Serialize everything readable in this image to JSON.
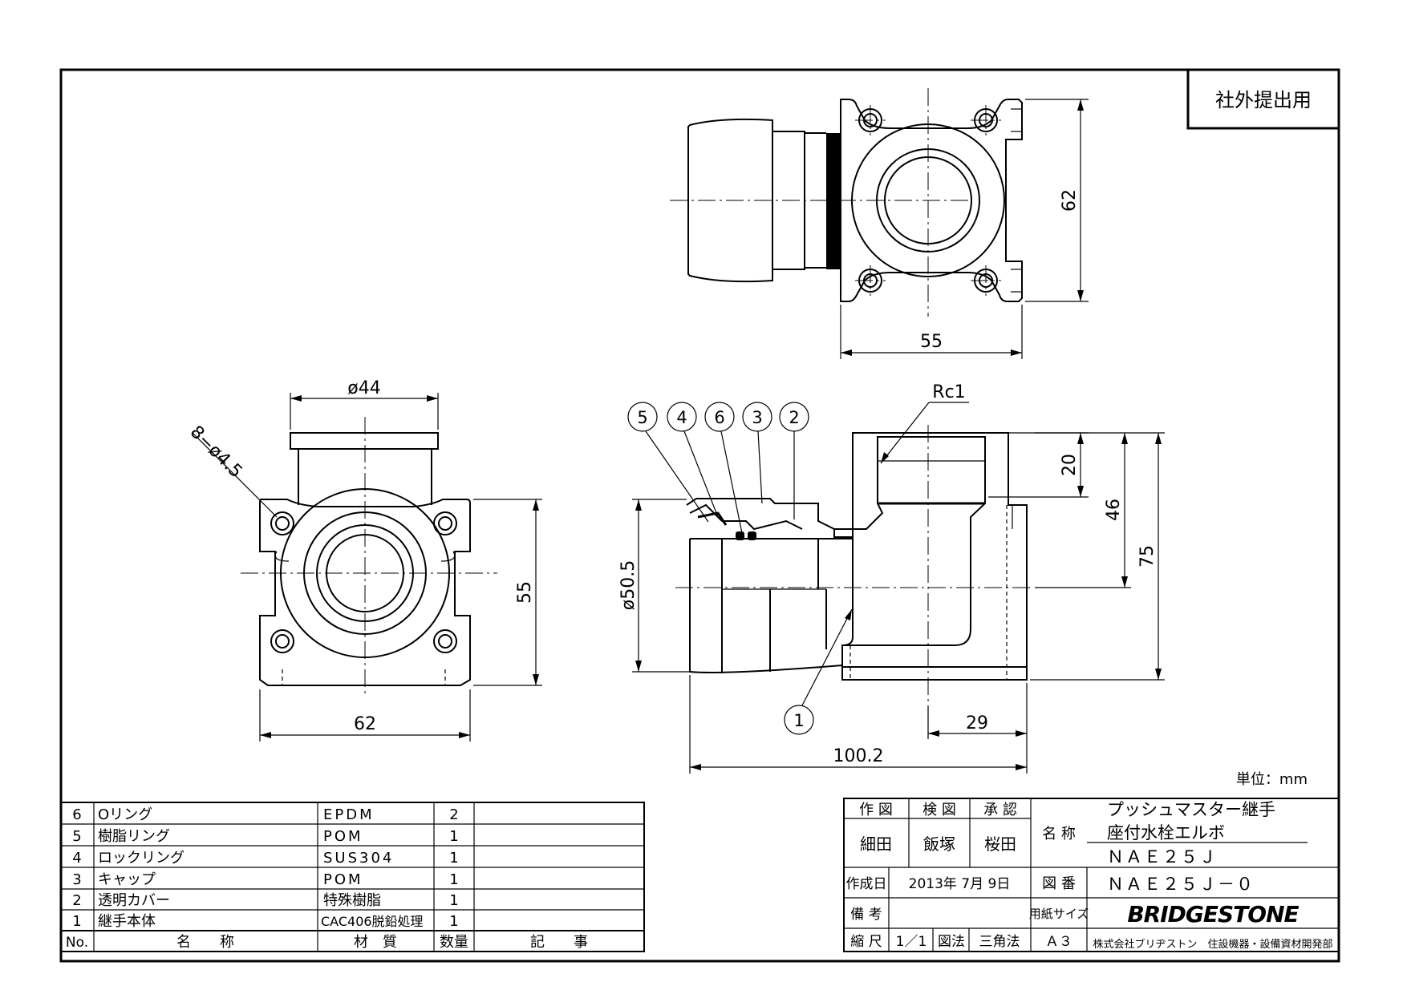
{
  "stamp": "社外提出用",
  "unit_label": "単位：mm",
  "dimensions": {
    "top_height": "62",
    "top_width": "55",
    "front_dia": "ø44",
    "holes": "8−ø4.5",
    "front_height": "55",
    "front_width": "62",
    "thread": "Rc1",
    "thread_depth": "20",
    "outlet_height": "46",
    "total_height": "75",
    "socket_dia": "ø50.5",
    "body_offset": "29",
    "total_length": "100.2"
  },
  "balloons": [
    "5",
    "4",
    "6",
    "3",
    "2",
    "1"
  ],
  "parts": {
    "rows": [
      {
        "no": "6",
        "name": "Oリング",
        "material": "EPDM",
        "qty": "2",
        "note": ""
      },
      {
        "no": "5",
        "name": "樹脂リング",
        "material": "POM",
        "qty": "1",
        "note": ""
      },
      {
        "no": "4",
        "name": "ロックリング",
        "material": "SUS304",
        "qty": "1",
        "note": ""
      },
      {
        "no": "3",
        "name": "キャップ",
        "material": "POM",
        "qty": "1",
        "note": ""
      },
      {
        "no": "2",
        "name": "透明カバー",
        "material": "特殊樹脂",
        "qty": "1",
        "note": ""
      },
      {
        "no": "1",
        "name": "継手本体",
        "material": "CAC406脱鉛処理",
        "qty": "1",
        "note": ""
      }
    ],
    "header": {
      "no": "No.",
      "name": "名　　称",
      "material": "材　質",
      "qty": "数量",
      "note": "記　　事"
    }
  },
  "title_block": {
    "drawn_label": "作 図",
    "checked_label": "検 図",
    "approved_label": "承 認",
    "drawn": "細田",
    "checked": "飯塚",
    "approved": "桜田",
    "name_label": "名 称",
    "name_line1": "プッシュマスター継手",
    "name_line2": "座付水栓エルボ",
    "name_line3": "ＮＡＥ２５Ｊ",
    "date_label": "作成日",
    "date": "2013年 7月 9日",
    "drawing_no_label": "図 番",
    "drawing_no": "ＮＡＥ２５Ｊ－０",
    "remarks_label": "備 考",
    "paper_label": "用紙サイズ",
    "paper": "Ａ３",
    "scale_label": "縮 尺",
    "scale": "1／1",
    "method_label": "図法",
    "method": "三角法",
    "logo": "BRIDGESTONE",
    "company": "株式会社ブリヂストン　住設機器・設備資材開発部"
  }
}
